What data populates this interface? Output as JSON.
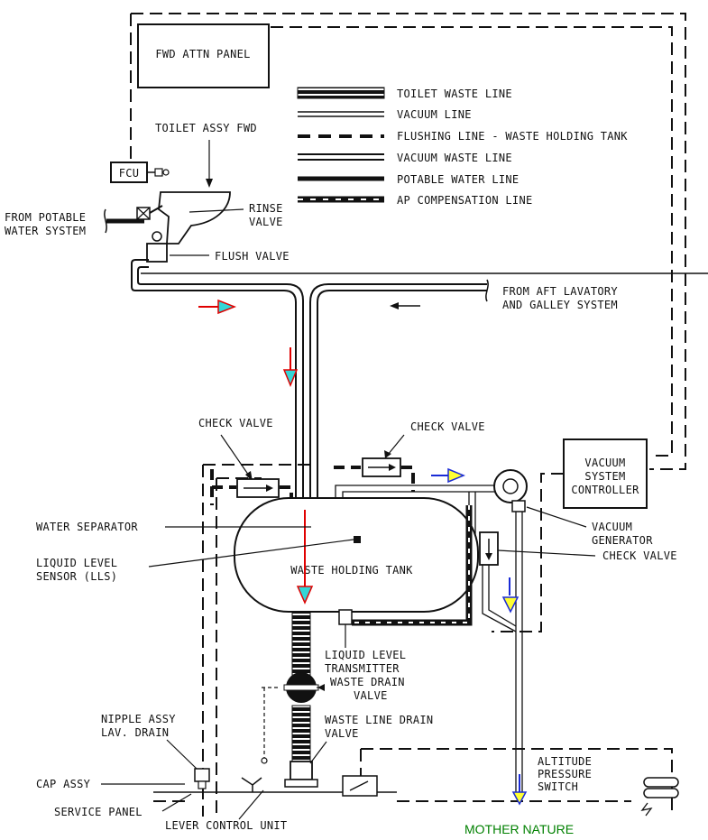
{
  "panel": {
    "fwd_attn": "FWD ATTN PANEL"
  },
  "legend": {
    "toilet_waste": "TOILET WASTE LINE",
    "vacuum": "VACUUM LINE",
    "flushing": "FLUSHING LINE - WASTE HOLDING TANK",
    "vacuum_waste": "VACUUM WASTE LINE",
    "potable": "POTABLE WATER LINE",
    "ap_comp": "AP COMPENSATION LINE"
  },
  "labels": {
    "toilet_assy_fwd": "TOILET ASSY FWD",
    "fcu": "FCU",
    "from_potable_1": "FROM POTABLE",
    "from_potable_2": "WATER SYSTEM",
    "rinse_1": "RINSE",
    "rinse_2": "VALVE",
    "flush_valve": "FLUSH VALVE",
    "from_aft_1": "FROM AFT LAVATORY",
    "from_aft_2": "AND GALLEY SYSTEM",
    "check_valve_left": "CHECK VALVE",
    "check_valve_mid": "CHECK VALVE",
    "check_valve_right": "CHECK VALVE",
    "vsc_1": "VACUUM",
    "vsc_2": "SYSTEM",
    "vsc_3": "CONTROLLER",
    "water_separator": "WATER SEPARATOR",
    "lls_1": "LIQUID LEVEL",
    "lls_2": "SENSOR (LLS)",
    "tank": "WASTE HOLDING TANK",
    "vg_1": "VACUUM",
    "vg_2": "GENERATOR",
    "llt_1": "LIQUID LEVEL",
    "llt_2": "TRANSMITTER",
    "wdv_1": "WASTE DRAIN",
    "wdv_2": "VALVE",
    "nipple_1": "NIPPLE ASSY",
    "nipple_2": "LAV. DRAIN",
    "wldv_1": "WASTE LINE DRAIN",
    "wldv_2": "VALVE",
    "aps_1": "ALTITUDE",
    "aps_2": "PRESSURE",
    "aps_3": "SWITCH",
    "cap_assy": "CAP ASSY",
    "service_panel": "SERVICE PANEL",
    "lever_control": "LEVER CONTROL UNIT",
    "mother_nature": "MOTHER NATURE"
  },
  "colors": {
    "line": "#111111",
    "red_arrow": "#e00000",
    "cyan_fill": "#33d6d6",
    "blue_arrow": "#1a2bd6",
    "yellow_fill": "#ffff33",
    "mother_nature": "#008000"
  }
}
